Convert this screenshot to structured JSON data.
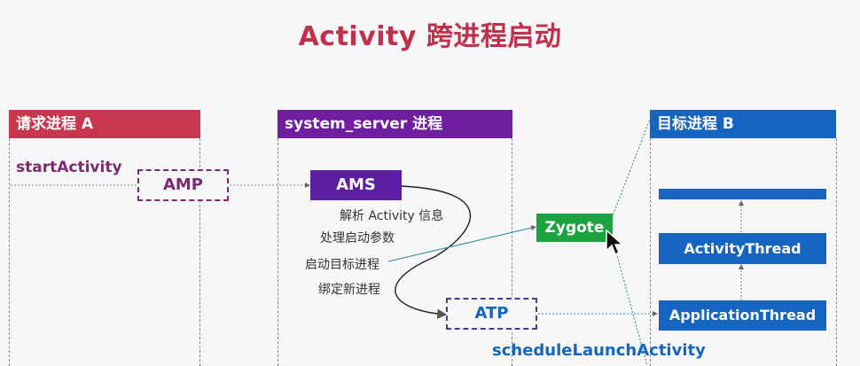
{
  "title": "Activity 跨进程启动",
  "lanes": {
    "a": {
      "label": "请求进程 A",
      "color": "#c8374d"
    },
    "s": {
      "label": "system_server 进程",
      "color": "#6f1ea0"
    },
    "b": {
      "label": "目标进程 B",
      "color": "#1564c0"
    }
  },
  "nodes": {
    "start_activity": "startActivity",
    "amp": "AMP",
    "ams": "AMS",
    "zygote": "Zygote",
    "atp": "ATP",
    "activity_thread": "ActivityThread",
    "application_thread": "ApplicationThread",
    "schedule_launch_activity": "scheduleLaunchActivity"
  },
  "steps": [
    "解析 Activity 信息",
    "处理启动参数",
    "启动目标进程",
    "绑定新进程"
  ],
  "colors": {
    "zygote": "#1aa33e",
    "text_magenta": "#7a2a74",
    "text_blue": "#1565c0"
  }
}
